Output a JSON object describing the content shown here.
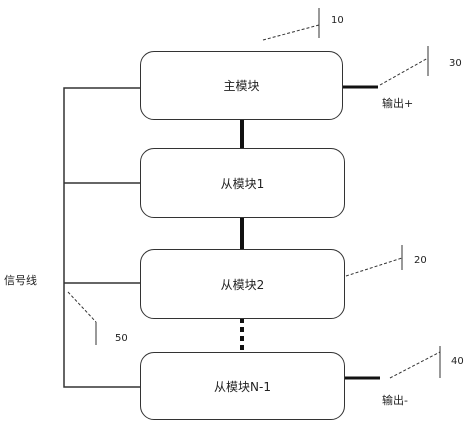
{
  "modules": {
    "main": "主模块",
    "slave1": "从模块1",
    "slave2": "从模块2",
    "slave_n": "从模块N-1"
  },
  "labels": {
    "signal_line": "信号线",
    "output_plus": "输出+",
    "output_minus": "输出-"
  },
  "refs": {
    "r10": "10",
    "r20": "20",
    "r30": "30",
    "r40": "40",
    "r50": "50"
  }
}
